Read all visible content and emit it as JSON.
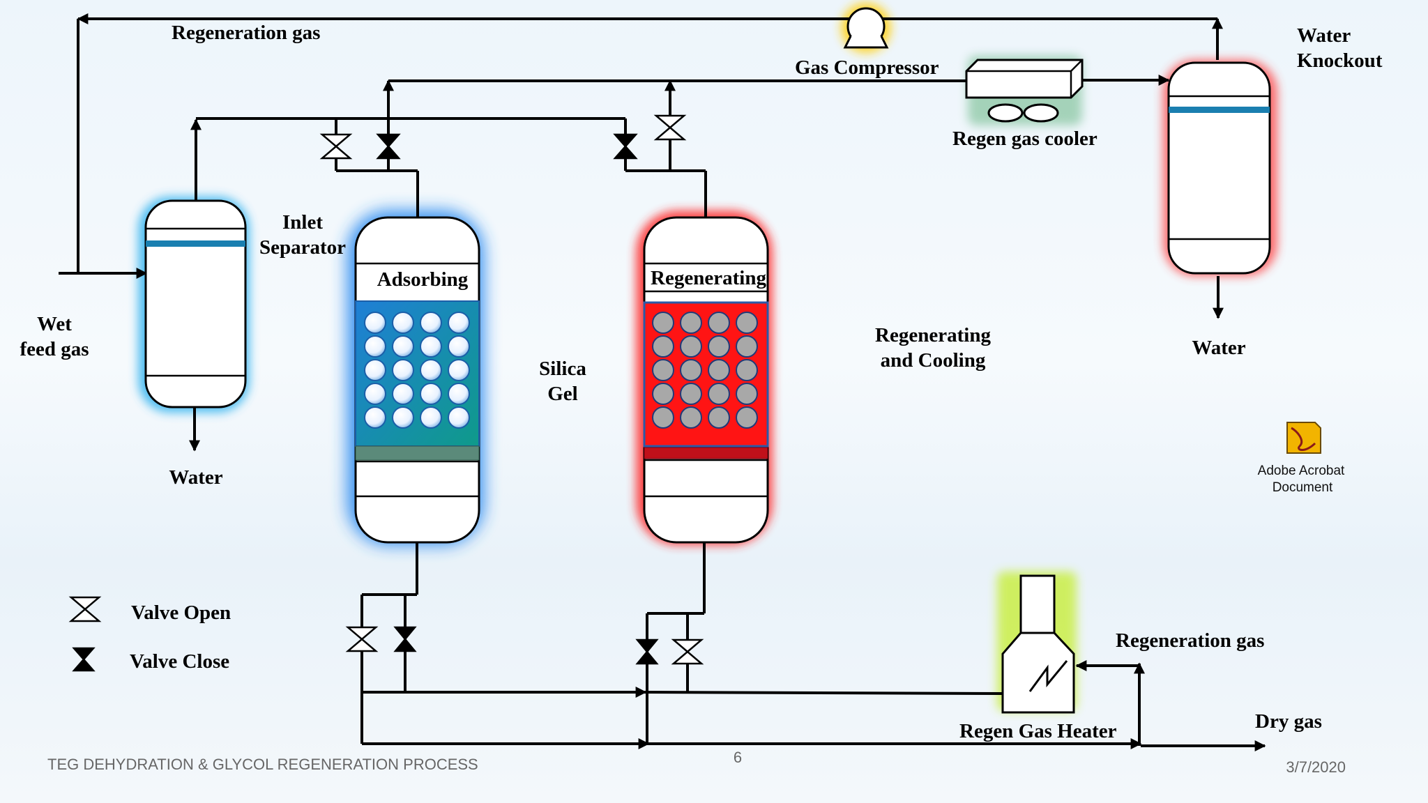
{
  "labels": {
    "regen_gas_top": "Regeneration gas",
    "gas_compressor": "Gas Compressor",
    "water_knockout_1": "Water",
    "water_knockout_2": "Knockout",
    "regen_gas_cooler": "Regen gas cooler",
    "inlet_sep_1": "Inlet",
    "inlet_sep_2": "Separator",
    "adsorbing": "Adsorbing",
    "regenerating": "Regenerating",
    "wet_feed_1": "Wet",
    "wet_feed_2": "feed gas",
    "silica_1": "Silica",
    "silica_2": "Gel",
    "regen_cooling_1": "Regenerating",
    "regen_cooling_2": "and Cooling",
    "water_right": "Water",
    "water_left": "Water",
    "valve_open": "Valve Open",
    "valve_close": "Valve Close",
    "regen_gas_bottom": "Regeneration gas",
    "regen_gas_heater": "Regen Gas Heater",
    "dry_gas": "Dry gas"
  },
  "attachment": {
    "line1": "Adobe Acrobat",
    "line2": "Document"
  },
  "footer": {
    "title": "TEG DEHYDRATION & GLYCOL REGENERATION PROCESS",
    "page": "6",
    "date": "3/7/2020"
  },
  "colors": {
    "adsorbing_glow": "#2f8cf0",
    "regenerating_glow": "#ff2a2a",
    "separator_glow": "#3fb8f0",
    "heater_glow": "#c8ee3a",
    "compressor_glow": "#ffd21a"
  }
}
